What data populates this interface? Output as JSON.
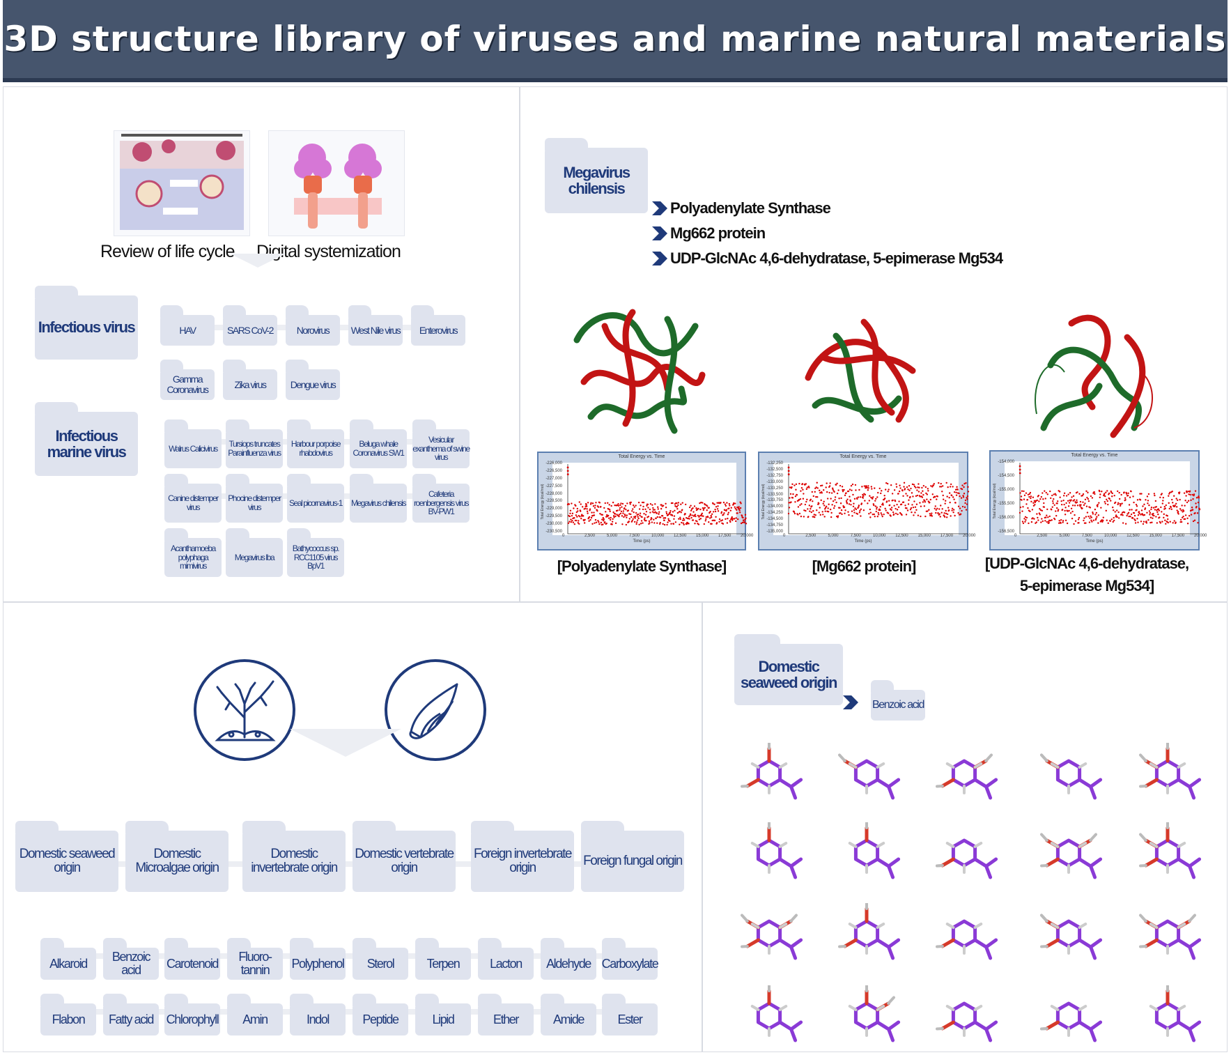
{
  "title": "3D structure library of viruses and marine natural materials",
  "virus_section": {
    "captions": [
      "Review of life cycle",
      "Digital systemization"
    ],
    "categories": [
      "Infectious virus",
      "Infectious marine virus"
    ],
    "infectious_virus": [
      "HAV",
      "SARS CoV-2",
      "Norovirus",
      "West Nile virus",
      "Enterovirus",
      "Gamma Coronavirus",
      "Zika virus",
      "Dengue virus"
    ],
    "marine_virus": [
      "Walrus Calicivirus",
      "Tursiops truncates Parainfluenza virus",
      "Harbour porpoise rhabdovirus",
      "Beluga whale Coronavirus SW1",
      "Vesicular exanthema of swine virus",
      "Canine distemper virus",
      "Phocine distemper virus",
      "Seal picornavirus-1",
      "Megavirus chilensis",
      "Cafeteria roenbergensis virus BV-PW1",
      "Acanthamoeba polyphaga mimivirus",
      "Megavirus lba",
      "Bathycoccus sp. RCC1105 virus BpV1"
    ]
  },
  "megavirus": {
    "folder": "Megavirus chilensis",
    "items": [
      "Polyadenylate Synthase",
      "Mg662 protein",
      "UDP-GlcNAc 4,6-dehydratase, 5-epimerase Mg534"
    ],
    "plot_title": "Total Energy vs. Time",
    "xlabel": "Time (ps)",
    "ylabel": "Total Energy (kcal/mol)",
    "x_ticks": [
      "0",
      "2,500",
      "5,000",
      "7,500",
      "10,000",
      "12,500",
      "15,000",
      "17,500",
      "20,000"
    ],
    "captions": [
      "[Polyadenylate Synthase]",
      "[Mg662 protein]",
      "[UDP-GlcNAc 4,6-dehydratase,",
      "5-epimerase Mg534]"
    ]
  },
  "chart_data": [
    {
      "type": "scatter",
      "title": "Total Energy vs. Time",
      "xlabel": "Time (ps)",
      "ylabel": "Total Energy (kcal/mol)",
      "xlim": [
        0,
        20000
      ],
      "ylim": [
        -230500,
        -226000
      ],
      "y_ticks": [
        "-226,000",
        "-226,500",
        "-227,000",
        "-227,500",
        "-228,000",
        "-228,500",
        "-229,000",
        "-229,500",
        "-230,000",
        "-230,500"
      ],
      "band": [
        -230000,
        -228500
      ],
      "color": "#dd0000"
    },
    {
      "type": "scatter",
      "title": "Total Energy vs. Time",
      "xlabel": "Time (ps)",
      "ylabel": "Total Energy (kcal/mol)",
      "xlim": [
        0,
        20000
      ],
      "ylim": [
        -135000,
        -132250
      ],
      "y_ticks": [
        "-132,250",
        "-132,500",
        "-132,750",
        "-133,000",
        "-133,250",
        "-133,500",
        "-133,750",
        "-134,000",
        "-134,250",
        "-134,500",
        "-134,750",
        "-135,000"
      ],
      "band": [
        -134400,
        -133000
      ],
      "color": "#dd0000"
    },
    {
      "type": "scatter",
      "title": "Total Energy vs. Time",
      "xlabel": "Time (ps)",
      "ylabel": "Total Energy (kcal/mol)",
      "xlim": [
        0,
        20000
      ],
      "ylim": [
        -156500,
        -154000
      ],
      "y_ticks": [
        "-154,000",
        "-154,500",
        "-155,000",
        "-155,500",
        "-156,000",
        "-156,500"
      ],
      "band": [
        -156200,
        -155000
      ],
      "color": "#dd0000"
    }
  ],
  "marine_section": {
    "origins": [
      "Domestic seaweed origin",
      "Domestic Microalgae origin",
      "Domestic invertebrate origin",
      "Domestic vertebrate origin",
      "Foreign invertebrate origin",
      "Foreign fungal origin"
    ],
    "classes": [
      "Alkaroid",
      "Benzoic acid",
      "Carotenoid",
      "Fluoro-tannin",
      "Polyphenol",
      "Sterol",
      "Terpen",
      "Lacton",
      "Aldehyde",
      "Carboxylate",
      "Flabon",
      "Fatty acid",
      "Chlorophyll",
      "Amin",
      "Indol",
      "Peptide",
      "Lipid",
      "Ether",
      "Amide",
      "Ester"
    ]
  },
  "seaweed": {
    "folder": "Domestic seaweed origin",
    "item": "Benzoic acid"
  },
  "colors": {
    "title_bg": "#46556d",
    "folder": "#dfe3ee",
    "accent": "#1f3a7a",
    "energy": "#dd0000",
    "molecule": "#8a3ad6"
  }
}
